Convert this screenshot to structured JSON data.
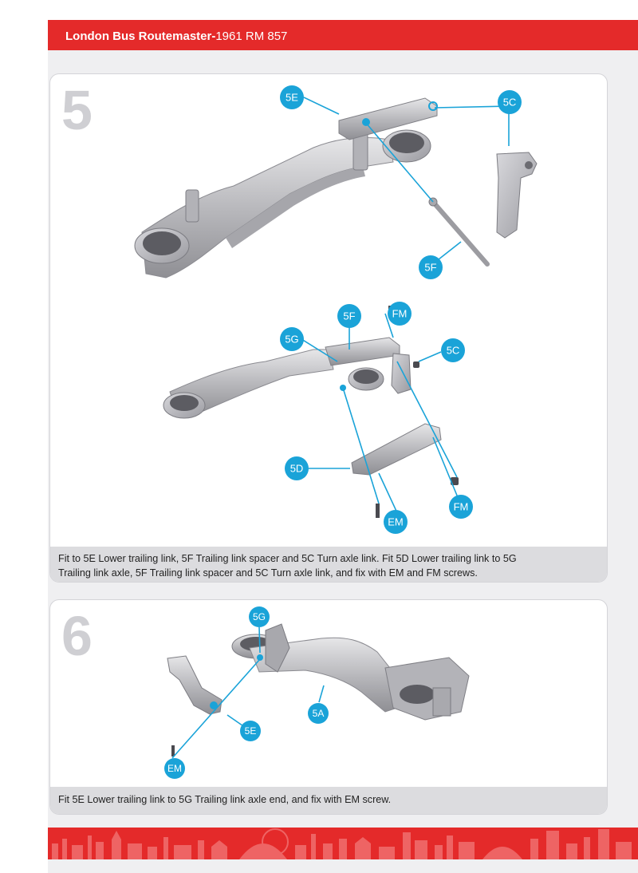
{
  "header": {
    "title_bold": "London Bus Routemaster-",
    "title_rest": "1961 RM 857"
  },
  "colors": {
    "brand_red": "#e42a2a",
    "callout_blue": "#1aa3d8",
    "caption_bg": "#dcdcdf"
  },
  "step5": {
    "number": "5",
    "callouts": {
      "c5e": "5E",
      "c5c_top": "5C",
      "c5f_top": "5F",
      "c5f": "5F",
      "cfm_top": "FM",
      "c5g": "5G",
      "c5c": "5C",
      "c5d": "5D",
      "cfm": "FM",
      "cem": "EM"
    },
    "caption_line1": "Fit to 5E Lower trailing link, 5F Trailing link spacer and 5C Turn axle link. Fit 5D Lower trailing link to 5G",
    "caption_line2": "Trailing link axle, 5F Trailing link spacer and 5C Turn axle link, and fix with EM and FM screws."
  },
  "step6": {
    "number": "6",
    "callouts": {
      "c5g": "5G",
      "c5e": "5E",
      "c5a": "5A",
      "cem": "EM"
    },
    "caption": "Fit 5E Lower trailing link to 5G Trailing link axle end, and fix with EM screw."
  }
}
